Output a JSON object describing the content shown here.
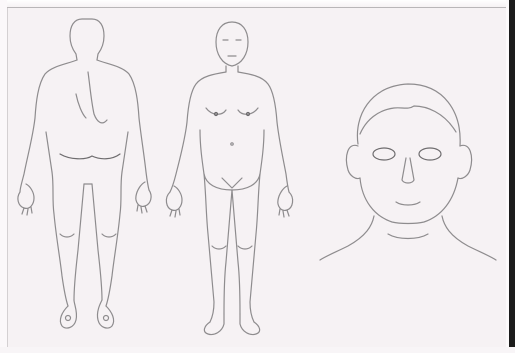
{
  "figures": [
    {
      "id": "body-back",
      "icon": "body-back-outline"
    },
    {
      "id": "body-front",
      "icon": "body-front-outline"
    },
    {
      "id": "head-front",
      "icon": "head-front-outline"
    }
  ],
  "colors": {
    "paper": "#f6f2f4",
    "line": "#8e8c8e",
    "scan_edge": "#1c1c1c"
  }
}
